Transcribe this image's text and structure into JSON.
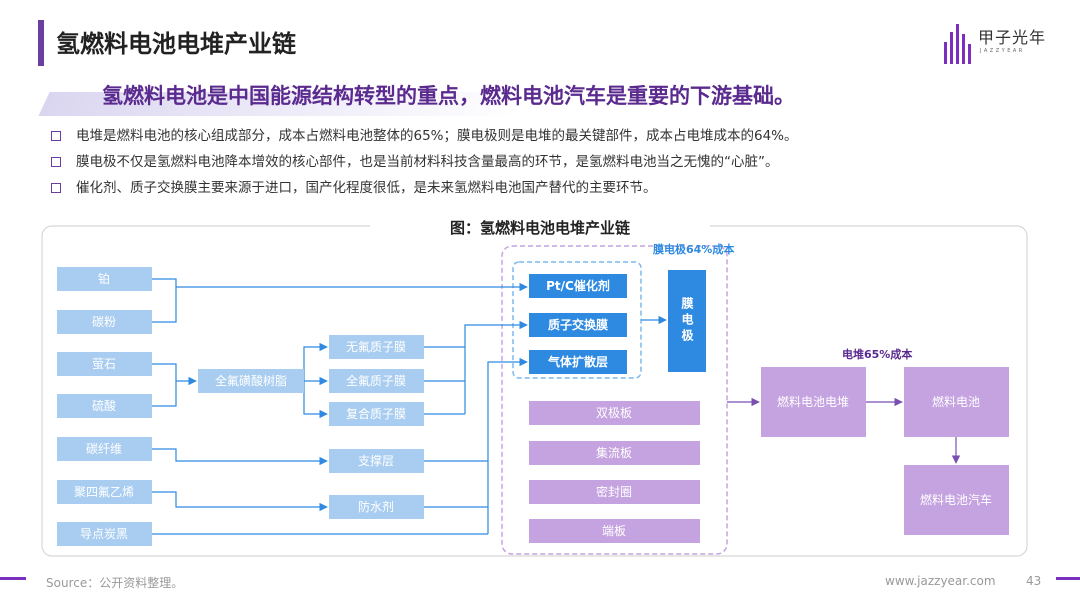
{
  "page": {
    "title": "氢燃料电池电堆产业链",
    "headline": "氢燃料电池是中国能源结构转型的重点，燃料电池汽车是重要的下游基础。",
    "bullets": [
      "电堆是燃料电池的核心组成部分，成本占燃料电池整体的65%；膜电极则是电堆的最关键部件，成本占电堆成本的64%。",
      "膜电极不仅是氢燃料电池降本增效的核心部件，也是当前材料科技含量最高的环节，是氢燃料电池当之无愧的“心脏”。",
      "催化剂、质子交换膜主要来源于进口，国产化程度很低，是未来氢燃料电池国产替代的主要环节。"
    ],
    "figure_title": "图：氢燃料电池电堆产业链"
  },
  "logo": {
    "cn": "甲子光年",
    "en": "JAZZYEAR"
  },
  "diagram": {
    "raw_materials": [
      "铂",
      "碳粉",
      "萤石",
      "硫酸",
      "碳纤维",
      "聚四氟乙烯",
      "导点炭黑"
    ],
    "resin": "全氟磺酸树脂",
    "membranes": [
      "无氟质子膜",
      "全氟质子膜",
      "复合质子膜"
    ],
    "support_layer": "支撑层",
    "waterproof_agent": "防水剂",
    "mea_parts": [
      "Pt/C催化剂",
      "质子交换膜",
      "气体扩散层"
    ],
    "mea": "膜电极",
    "mea_cost_label": "膜电极64%成本",
    "other_parts": [
      "双极板",
      "集流板",
      "密封圈",
      "端板"
    ],
    "stack": "燃料电池电堆",
    "stack_cost_label": "电堆65%成本",
    "fuel_cell": "燃料电池",
    "vehicle": "燃料电池汽车"
  },
  "footer": {
    "source": "Source：公开资料整理。",
    "url": "www.jazzyear.com",
    "page_number": "43"
  },
  "colors": {
    "accent": "#6b3fa0",
    "light_blue_box": "#a8cdf0",
    "blue_box": "#2e8ae0",
    "purple_box": "#c5a3e0",
    "blue_line": "#2e8ae0",
    "purple_line": "#7b4fb0"
  }
}
